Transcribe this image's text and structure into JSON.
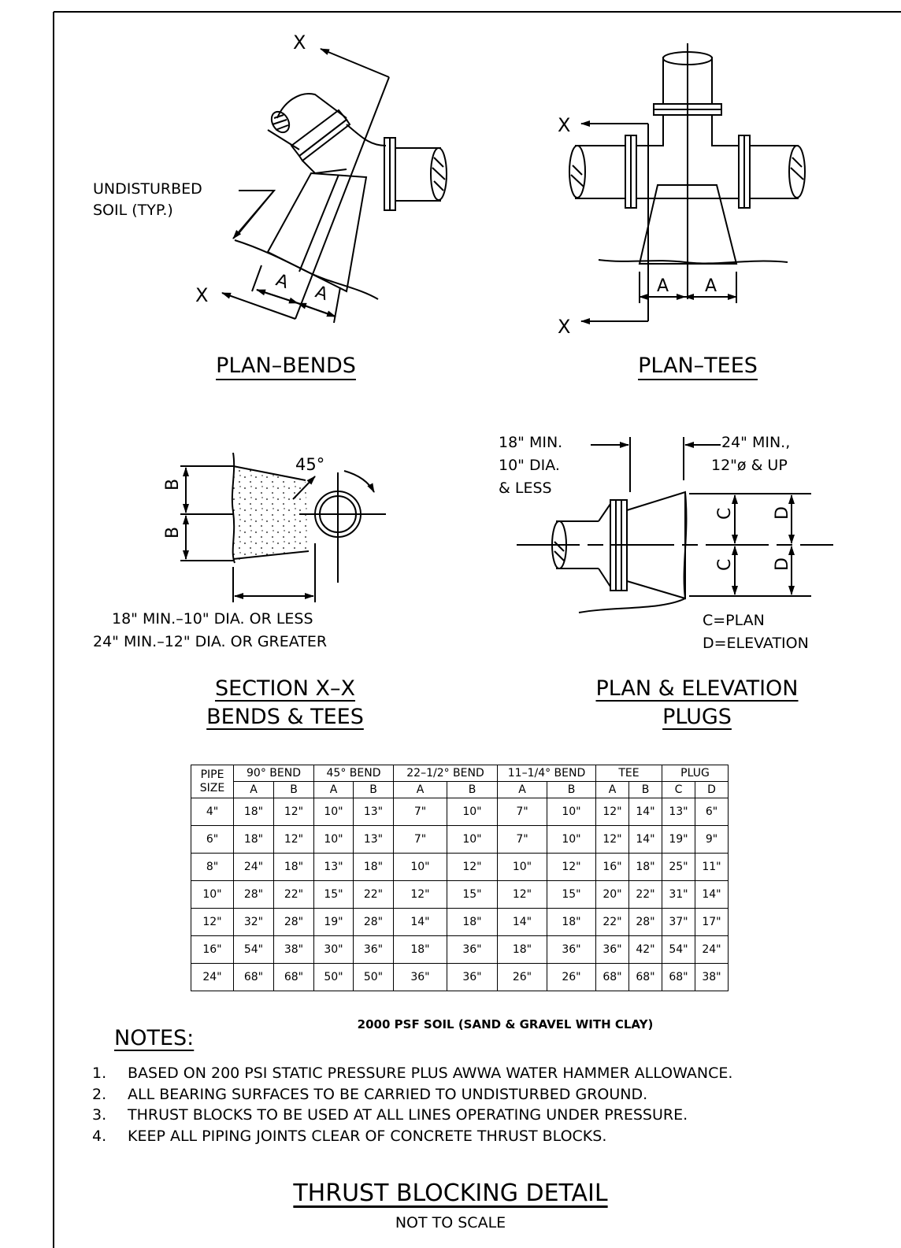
{
  "views": {
    "plan_bends": "PLAN–BENDS",
    "plan_tees": "PLAN–TEES",
    "section_line1": "SECTION X–X",
    "section_line2": "BENDS & TEES",
    "plugs_line1": "PLAN & ELEVATION",
    "plugs_line2": "PLUGS"
  },
  "labels": {
    "soil_line1": "UNDISTURBED",
    "soil_line2": "SOIL (TYP.)",
    "x": "X",
    "a": "A",
    "b": "B",
    "c": "C",
    "d": "D",
    "deg45": "45°",
    "min18_line1": "18\" MIN.",
    "min18_line2": "10\" DIA.",
    "min18_line3": "& LESS",
    "min24_line1": "24\" MIN.,",
    "min24_line2": "12\"ø & UP",
    "c_plan": "C=PLAN",
    "d_elev": "D=ELEVATION",
    "sect_note1": "18\" MIN.–10\" DIA. OR LESS",
    "sect_note2": "24\" MIN.–12\" DIA. OR GREATER"
  },
  "table": {
    "col_groups": [
      "PIPE",
      "90° BEND",
      "45° BEND",
      "22–1/2° BEND",
      "11–1/4° BEND",
      "TEE",
      "PLUG"
    ],
    "size_label": "SIZE",
    "sub_headers": [
      "A",
      "B",
      "A",
      "B",
      "A",
      "B",
      "A",
      "B",
      "A",
      "B",
      "C",
      "D"
    ],
    "rows": [
      [
        "4\"",
        "18\"",
        "12\"",
        "10\"",
        "13\"",
        "7\"",
        "10\"",
        "7\"",
        "10\"",
        "12\"",
        "14\"",
        "13\"",
        "6\""
      ],
      [
        "6\"",
        "18\"",
        "12\"",
        "10\"",
        "13\"",
        "7\"",
        "10\"",
        "7\"",
        "10\"",
        "12\"",
        "14\"",
        "19\"",
        "9\""
      ],
      [
        "8\"",
        "24\"",
        "18\"",
        "13\"",
        "18\"",
        "10\"",
        "12\"",
        "10\"",
        "12\"",
        "16\"",
        "18\"",
        "25\"",
        "11\""
      ],
      [
        "10\"",
        "28\"",
        "22\"",
        "15\"",
        "22\"",
        "12\"",
        "15\"",
        "12\"",
        "15\"",
        "20\"",
        "22\"",
        "31\"",
        "14\""
      ],
      [
        "12\"",
        "32\"",
        "28\"",
        "19\"",
        "28\"",
        "14\"",
        "18\"",
        "14\"",
        "18\"",
        "22\"",
        "28\"",
        "37\"",
        "17\""
      ],
      [
        "16\"",
        "54\"",
        "38\"",
        "30\"",
        "36\"",
        "18\"",
        "36\"",
        "18\"",
        "36\"",
        "36\"",
        "42\"",
        "54\"",
        "24\""
      ],
      [
        "24\"",
        "68\"",
        "68\"",
        "50\"",
        "50\"",
        "36\"",
        "36\"",
        "26\"",
        "26\"",
        "68\"",
        "68\"",
        "68\"",
        "38\""
      ]
    ],
    "caption": "2000 PSF SOIL (SAND & GRAVEL WITH CLAY)"
  },
  "notes": {
    "title": "NOTES:",
    "items": [
      {
        "num": "1.",
        "text": "BASED ON 200 PSI STATIC PRESSURE PLUS AWWA WATER HAMMER ALLOWANCE."
      },
      {
        "num": "2.",
        "text": "ALL BEARING SURFACES TO BE CARRIED TO UNDISTURBED GROUND."
      },
      {
        "num": "3.",
        "text": "THRUST BLOCKS TO BE USED AT ALL LINES OPERATING UNDER PRESSURE."
      },
      {
        "num": "4.",
        "text": "KEEP ALL PIPING JOINTS CLEAR OF CONCRETE THRUST BLOCKS."
      }
    ]
  },
  "footer": {
    "title": "THRUST BLOCKING DETAIL",
    "subtitle": "NOT TO SCALE"
  }
}
